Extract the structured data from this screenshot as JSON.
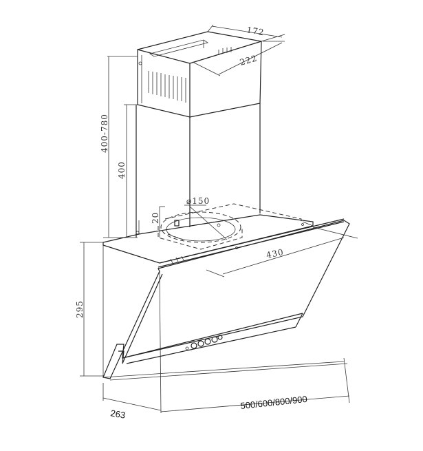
{
  "dimensions": {
    "chimney_depth": "172",
    "chimney_width": "222",
    "chimney_height_range": "400-780",
    "chimney_lower_height": "400",
    "duct_offset": "20",
    "duct_diameter": "⌀150",
    "canopy_depth": "430",
    "hood_height": "295",
    "hood_depth": "263",
    "hood_widths": "500/600/800/900"
  }
}
